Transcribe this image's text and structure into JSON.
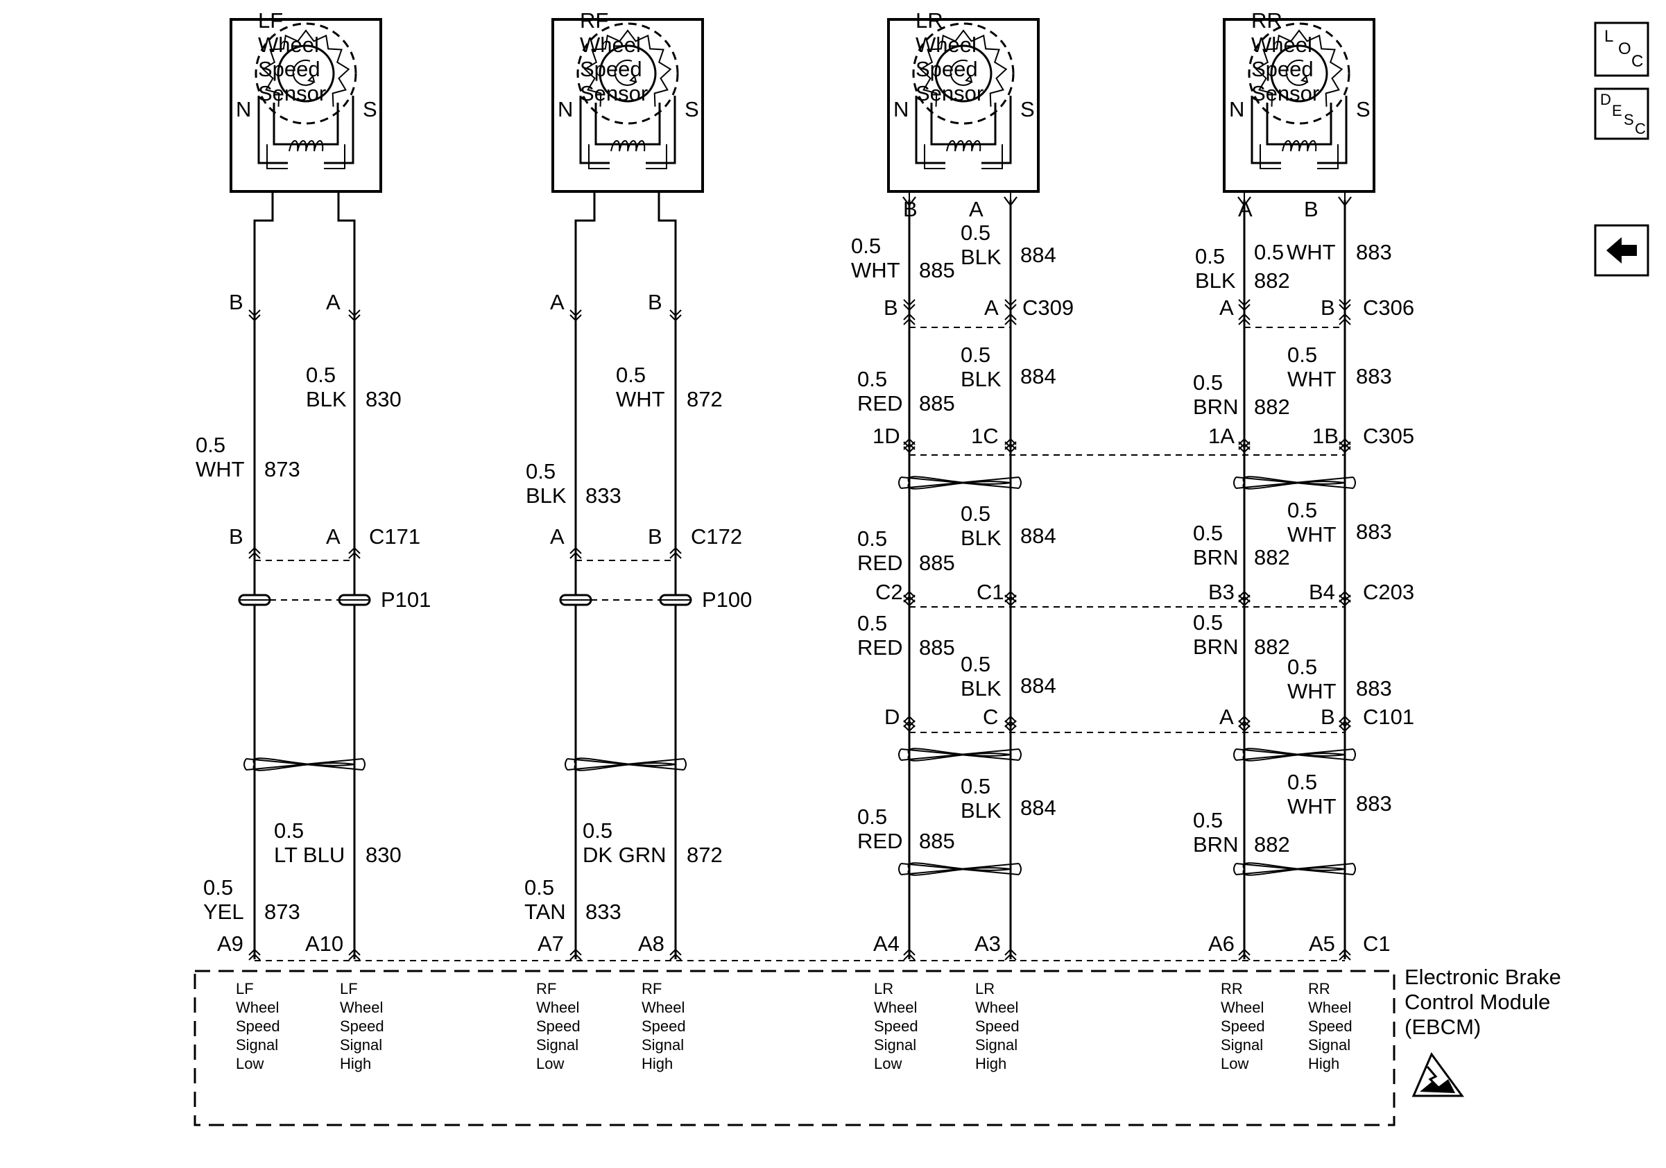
{
  "nav": {
    "loc": [
      "L",
      "O",
      "C"
    ],
    "desc": [
      "D",
      "E",
      "S",
      "C"
    ],
    "back_icon": "left-arrow-icon"
  },
  "sensors": [
    {
      "id": "lf",
      "name": [
        "LF",
        "Wheel",
        "Speed",
        "Sensor"
      ],
      "north": "N",
      "south": "S"
    },
    {
      "id": "rf",
      "name": [
        "RF",
        "Wheel",
        "Speed",
        "Sensor"
      ],
      "north": "N",
      "south": "S"
    },
    {
      "id": "lr",
      "name": [
        "LR",
        "Wheel",
        "Speed",
        "Sensor"
      ],
      "north": "N",
      "south": "S",
      "pin_left": "B",
      "pin_right": "A"
    },
    {
      "id": "rr",
      "name": [
        "RR",
        "Wheel",
        "Speed",
        "Sensor"
      ],
      "north": "N",
      "south": "S",
      "pin_left": "A",
      "pin_right": "B"
    }
  ],
  "connectors": {
    "c171": "C171",
    "c172": "C172",
    "p101": "P101",
    "p100": "P100",
    "c309": "C309",
    "c306": "C306",
    "c305": "C305",
    "c203": "C203",
    "c101": "C101",
    "c1": "C1"
  },
  "pins": {
    "lf_top_b": "B",
    "lf_top_a": "A",
    "lf_c171_b": "B",
    "lf_c171_a": "A",
    "rf_top_a": "A",
    "rf_top_b": "B",
    "rf_c172_a": "A",
    "rf_c172_b": "B",
    "lr_c309_b": "B",
    "lr_c309_a": "A",
    "rr_c306_a": "A",
    "rr_c306_b": "B",
    "lr_c305_1d": "1D",
    "lr_c305_1c": "1C",
    "rr_c305_1a": "1A",
    "rr_c305_1b": "1B",
    "lr_c203_c2": "C2",
    "lr_c203_c1": "C1",
    "rr_c203_b3": "B3",
    "rr_c203_b4": "B4",
    "lr_c101_d": "D",
    "lr_c101_c": "C",
    "rr_c101_a": "A",
    "rr_c101_b": "B",
    "ebcm_a9": "A9",
    "ebcm_a10": "A10",
    "ebcm_a7": "A7",
    "ebcm_a8": "A8",
    "ebcm_a4": "A4",
    "ebcm_a3": "A3",
    "ebcm_a6": "A6",
    "ebcm_a5": "A5"
  },
  "wires": {
    "lf_blk_size": "0.5",
    "lf_blk_color": "BLK",
    "lf_blk_circuit": "830",
    "lf_wht_size": "0.5",
    "lf_wht_color": "WHT",
    "lf_wht_circuit": "873",
    "lf_ltblu_size": "0.5",
    "lf_ltblu_color": "LT BLU",
    "lf_ltblu_circuit": "830",
    "lf_yel_size": "0.5",
    "lf_yel_color": "YEL",
    "lf_yel_circuit": "873",
    "rf_wht_size": "0.5",
    "rf_wht_color": "WHT",
    "rf_wht_circuit": "872",
    "rf_blk_size": "0.5",
    "rf_blk_color": "BLK",
    "rf_blk_circuit": "833",
    "rf_dkgrn_size": "0.5",
    "rf_dkgrn_color": "DK GRN",
    "rf_dkgrn_circuit": "872",
    "rf_tan_size": "0.5",
    "rf_tan_color": "TAN",
    "rf_tan_circuit": "833",
    "lr1_wht_size": "0.5",
    "lr1_wht_color": "WHT",
    "lr1_wht_circuit": "885",
    "lr1_blk_size": "0.5",
    "lr1_blk_color": "BLK",
    "lr1_blk_circuit": "884",
    "lr2_blk_size": "0.5",
    "lr2_blk_color": "BLK",
    "lr2_blk_circuit": "884",
    "lr2_red_size": "0.5",
    "lr2_red_color": "RED",
    "lr2_red_circuit": "885",
    "lr3_blk_size": "0.5",
    "lr3_blk_color": "BLK",
    "lr3_blk_circuit": "884",
    "lr3_red_size": "0.5",
    "lr3_red_color": "RED",
    "lr3_red_circuit": "885",
    "lr4_red_size": "0.5",
    "lr4_red_color": "RED",
    "lr4_red_circuit": "885",
    "lr4_blk_size": "0.5",
    "lr4_blk_color": "BLK",
    "lr4_blk_circuit": "884",
    "lr5_blk_size": "0.5",
    "lr5_blk_color": "BLK",
    "lr5_blk_circuit": "884",
    "lr5_red_size": "0.5",
    "lr5_red_color": "RED",
    "lr5_red_circuit": "885",
    "rr1_blk_size": "0.5",
    "rr1_blk_color": "BLK",
    "rr1_blk_circuit": "882",
    "rr1_wht_size": "0.5",
    "rr1_wht_color": "WHT",
    "rr1_wht_circuit": "883",
    "rr2_wht_size": "0.5",
    "rr2_wht_color": "WHT",
    "rr2_wht_circuit": "883",
    "rr2_brn_size": "0.5",
    "rr2_brn_color": "BRN",
    "rr2_brn_circuit": "882",
    "rr3_wht_size": "0.5",
    "rr3_wht_color": "WHT",
    "rr3_wht_circuit": "883",
    "rr3_brn_size": "0.5",
    "rr3_brn_color": "BRN",
    "rr3_brn_circuit": "882",
    "rr4_brn_size": "0.5",
    "rr4_brn_color": "BRN",
    "rr4_brn_circuit": "882",
    "rr4_wht_size": "0.5",
    "rr4_wht_color": "WHT",
    "rr4_wht_circuit": "883",
    "rr5_wht_size": "0.5",
    "rr5_wht_color": "WHT",
    "rr5_wht_circuit": "883",
    "rr5_brn_size": "0.5",
    "rr5_brn_color": "BRN",
    "rr5_brn_circuit": "882"
  },
  "ebcm": {
    "title": [
      "Electronic Brake",
      "Control Module",
      "(EBCM)"
    ],
    "esd_icon": "esd-warning-icon",
    "signals": [
      {
        "pin": "A9",
        "lines": [
          "LF",
          "Wheel",
          "Speed",
          "Signal",
          "Low"
        ]
      },
      {
        "pin": "A10",
        "lines": [
          "LF",
          "Wheel",
          "Speed",
          "Signal",
          "High"
        ]
      },
      {
        "pin": "A7",
        "lines": [
          "RF",
          "Wheel",
          "Speed",
          "Signal",
          "Low"
        ]
      },
      {
        "pin": "A8",
        "lines": [
          "RF",
          "Wheel",
          "Speed",
          "Signal",
          "High"
        ]
      },
      {
        "pin": "A4",
        "lines": [
          "LR",
          "Wheel",
          "Speed",
          "Signal",
          "Low"
        ]
      },
      {
        "pin": "A3",
        "lines": [
          "LR",
          "Wheel",
          "Speed",
          "Signal",
          "High"
        ]
      },
      {
        "pin": "A6",
        "lines": [
          "RR",
          "Wheel",
          "Speed",
          "Signal",
          "Low"
        ]
      },
      {
        "pin": "A5",
        "lines": [
          "RR",
          "Wheel",
          "Speed",
          "Signal",
          "High"
        ]
      }
    ]
  }
}
